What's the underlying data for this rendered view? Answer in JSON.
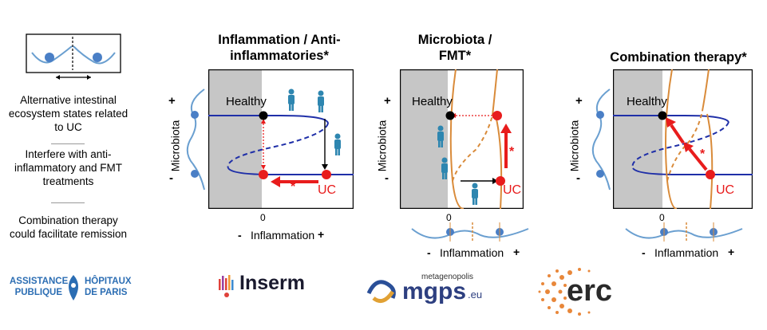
{
  "legend": {
    "text1": "Alternative intestinal ecosystem states related to UC",
    "text2": "Interfere with anti-inflammatory and FMT treatments",
    "text3": "Combination therapy could facilitate remission"
  },
  "panels": [
    {
      "title": "Inflammation / Anti-inflammatories*",
      "healthy": "Healthy",
      "uc": "UC",
      "star": "*"
    },
    {
      "title": "Microbiota / FMT*",
      "healthy": "Healthy",
      "uc": "UC",
      "star": "*"
    },
    {
      "title": "Combination therapy*",
      "healthy": "Healthy",
      "uc": "UC",
      "star": "*"
    }
  ],
  "axes": {
    "y_label": "Microbiota",
    "x_label": "Inflammation",
    "plus": "+",
    "minus": "-",
    "zero": "0"
  },
  "logos": {
    "aphp_line1": "ASSISTANCE",
    "aphp_line2": "PUBLIQUE",
    "aphp_line3": "HÔPITAUX",
    "aphp_line4": "DE PARIS",
    "inserm": "Inserm",
    "mgps_small": "metagenopolis",
    "mgps": "mgps",
    "mgps_suffix": ".eu",
    "erc": "erc"
  },
  "colors": {
    "blue_curve": "#1f2fa8",
    "orange_curve": "#d98b3a",
    "red": "#e81c1c",
    "grey_region": "#c6c6c6",
    "person": "#2e86b0",
    "aphp": "#2b6db3"
  }
}
